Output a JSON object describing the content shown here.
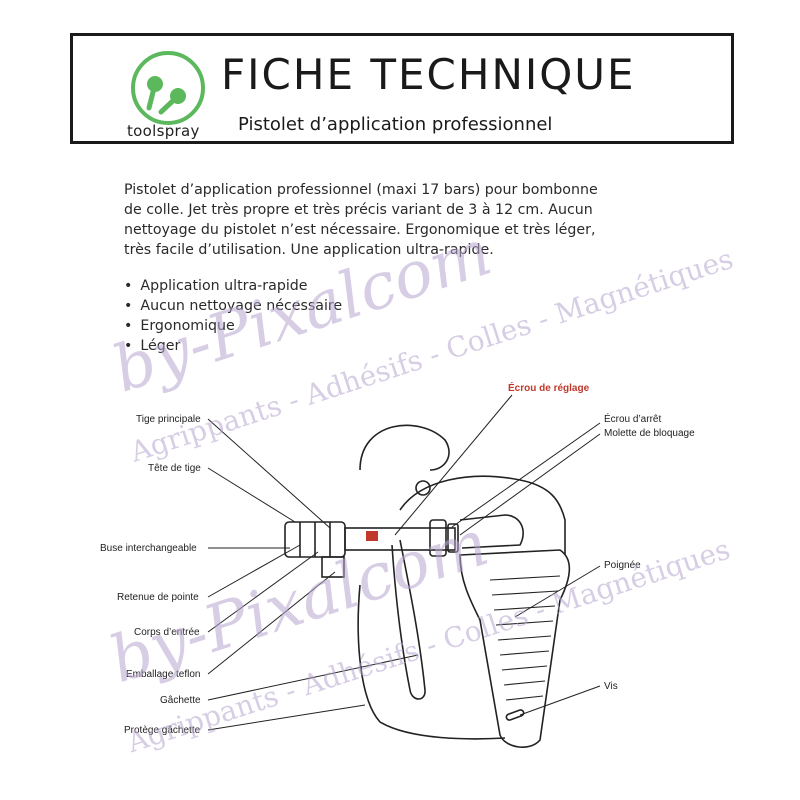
{
  "header": {
    "logo_text": "toolspray",
    "title": "FICHE TECHNIQUE",
    "subtitle": "Pistolet d’application professionnel"
  },
  "intro": {
    "line1": "Pistolet d’application professionnel (maxi 17 bars) pour bombonne",
    "line2": "de colle. Jet très propre et très précis variant de 3 à 12 cm. Aucun",
    "line3": "nettoyage du pistolet n’est nécessaire. Ergonomique et très léger,",
    "line4": "très facile d’utilisation. Une application ultra-rapide."
  },
  "features": [
    "Application ultra-rapide",
    "Aucun nettoyage nécessaire",
    "Ergonomique",
    "Léger"
  ],
  "diagram_labels": {
    "tige_principale": "Tige principale",
    "tete_de_tige": "Tête de tige",
    "buse": "Buse interchangeable",
    "retenue": "Retenue de pointe",
    "corps": "Corps d’entrée",
    "emballage": "Emballage teflon",
    "gachette": "Gâchette",
    "protege": "Protège gâchette",
    "ecrou_reglage": "Écrou de réglage",
    "ecrou_arret": "Écrou d’arrêt",
    "molette": "Molette de bloquage",
    "poignee": "Poignée",
    "vis": "Vis"
  },
  "watermark": {
    "brand": "by-Pixalcom",
    "tagline": "Agrippants - Adhésifs - Colles - Magnétiques"
  },
  "colors": {
    "accent_logo": "#5cb85c",
    "highlight_label": "#c0392b",
    "watermark": "#b7a6cf"
  }
}
